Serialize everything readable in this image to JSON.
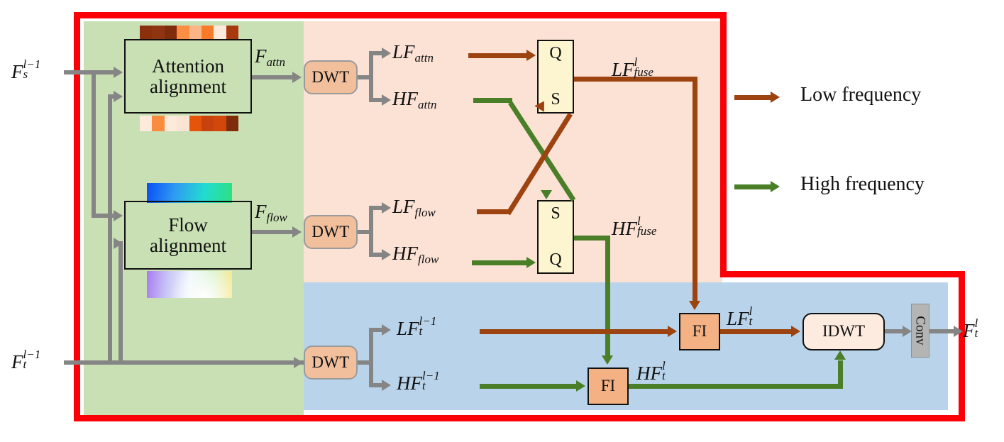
{
  "diagram": {
    "title_blocks": {
      "attention": "Attention\nalignment",
      "attention_line1": "Attention",
      "attention_line2": "alignment",
      "flow_line1": "Flow",
      "flow_line2": "alignment",
      "dwt": "DWT",
      "idwt": "IDWT",
      "conv": "Conv",
      "fi": "FI",
      "q": "Q",
      "s": "S"
    },
    "inputs": [
      {
        "name": "input-fs",
        "base": "F",
        "sub": "s",
        "sup": "l−1"
      },
      {
        "name": "input-ft",
        "base": "F",
        "sub": "t",
        "sup": "l−1"
      }
    ],
    "output": {
      "name": "output-ft",
      "base": "F",
      "sub": "t",
      "sup": "l"
    },
    "labels": {
      "f_attn": {
        "base": "F",
        "sub": "attn"
      },
      "f_flow": {
        "base": "F",
        "sub": "flow"
      },
      "lf_attn": {
        "base": "LF",
        "sub": "attn"
      },
      "hf_attn": {
        "base": "HF",
        "sub": "attn"
      },
      "lf_flow": {
        "base": "LF",
        "sub": "flow"
      },
      "hf_flow": {
        "base": "HF",
        "sub": "flow"
      },
      "lf_fuse": {
        "base": "LF",
        "sub": "fuse",
        "sup": "l"
      },
      "hf_fuse": {
        "base": "HF",
        "sub": "fuse",
        "sup": "l"
      },
      "lf_t_prev": {
        "base": "LF",
        "sub": "t",
        "sup": "l−1"
      },
      "hf_t_prev": {
        "base": "HF",
        "sub": "t",
        "sup": "l−1"
      },
      "lf_t": {
        "base": "LF",
        "sub": "t",
        "sup": "l"
      },
      "hf_t": {
        "base": "HF",
        "sub": "t",
        "sup": "l"
      }
    },
    "legend": [
      {
        "name": "legend-low-frequency",
        "label": "Low frequency",
        "color": "#9c4310"
      },
      {
        "name": "legend-high-frequency",
        "label": "High frequency",
        "color": "#4a7f28"
      }
    ],
    "colors": {
      "green_region": "#c9e0b4",
      "peach_region": "#fbe2d5",
      "blue_region": "#b9d4ea",
      "red_border": "#fb0007",
      "low_freq_arrow": "#9c4310",
      "high_freq_arrow": "#4a7f28",
      "gray_arrow": "#858585",
      "dwt_fill": "#f1bf9c",
      "qs_fill": "#fdf5cf",
      "fi_fill": "#f4b183",
      "idwt_fill": "#fdebdf",
      "conv_fill": "#b4b4b4"
    },
    "heatmap_top": [
      "#8c2f0c",
      "#8f3410",
      "#7e2c0c",
      "#fb8d45",
      "#fcb584",
      "#f97a28",
      "#fdeadb",
      "#a8380e"
    ],
    "heatmap_bottom": [
      "#fdeadb",
      "#fa8c40",
      "#fdeadb",
      "#fce4d3",
      "#e5540a",
      "#c7420c",
      "#d2470c",
      "#7e2c0c"
    ],
    "flow_top_gradient": [
      "#0a4ef5",
      "#2f9bf2",
      "#22dcd0",
      "#2ee07e"
    ],
    "flow_bottom_gradient": [
      "#a87bf0",
      "#c9c7f6",
      "#eef6fb",
      "#d6f2c9",
      "#fbe98e"
    ]
  }
}
